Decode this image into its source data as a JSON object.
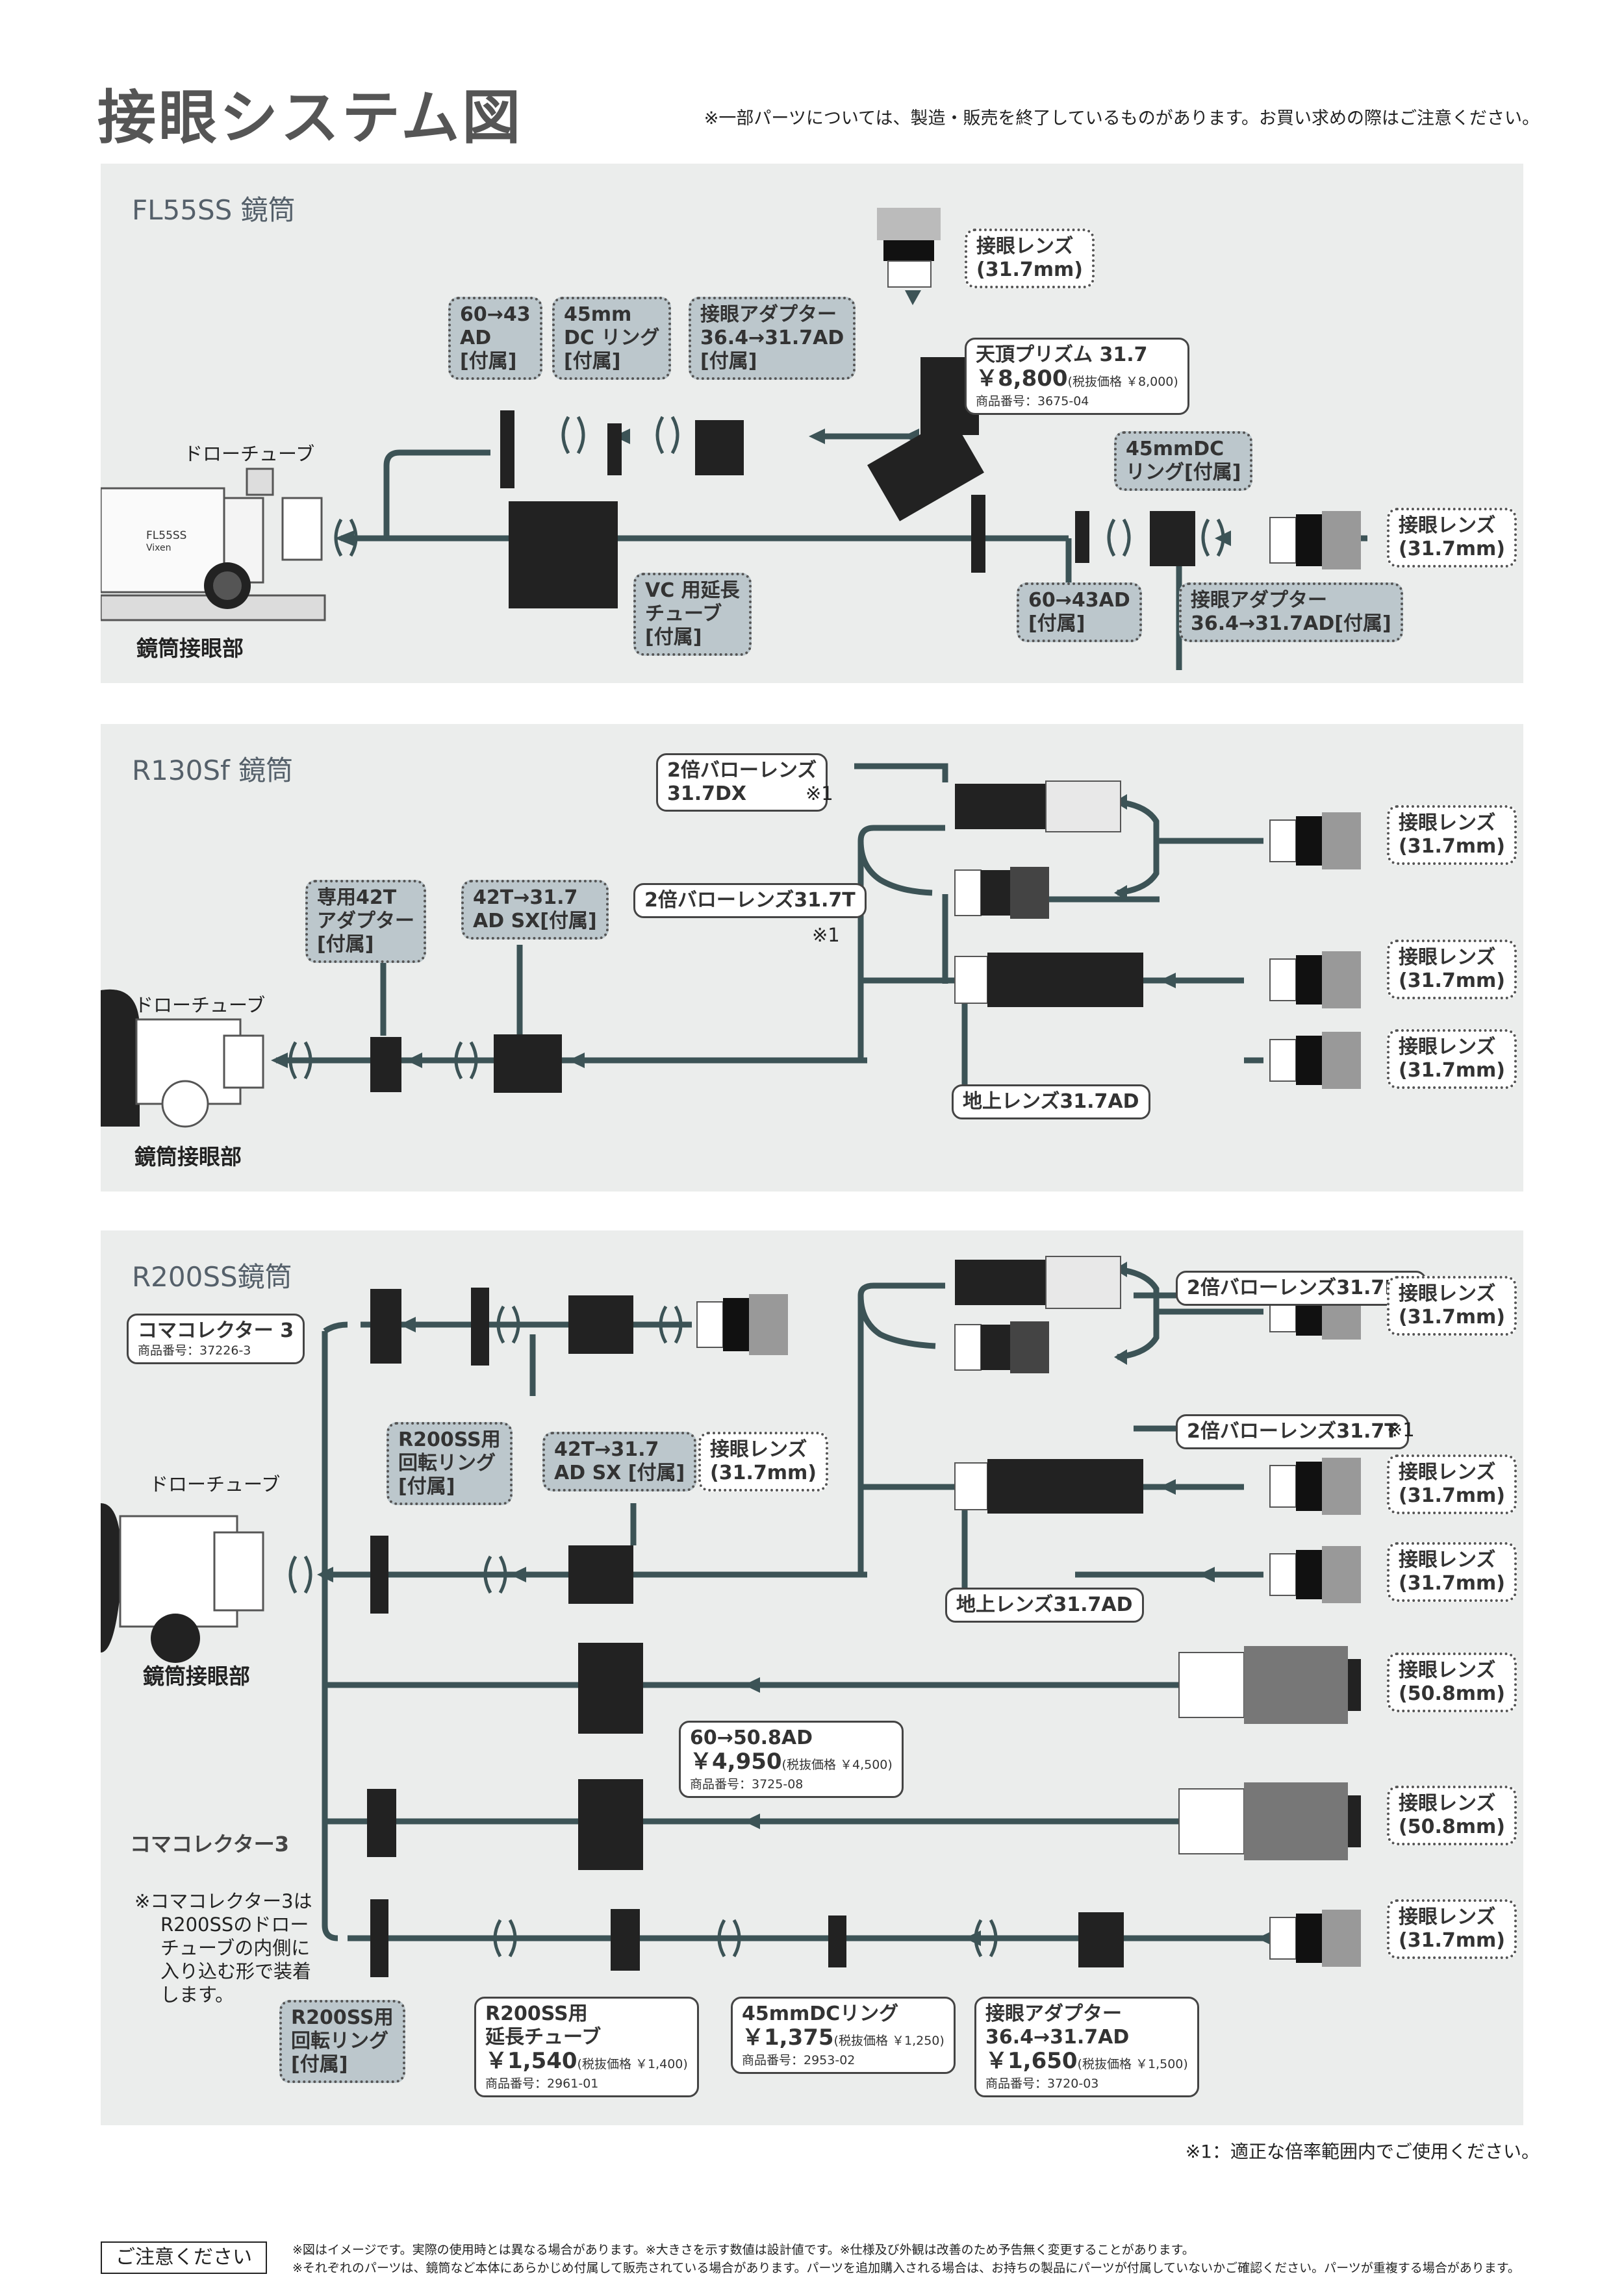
{
  "title": "接眼システム図",
  "top_note": "※一部パーツについては、製造・販売を終了しているものがあります。お買い求めの際はご注意ください。",
  "footnote_magnification": "※1：適正な倍率範囲内でご使用ください。",
  "caution": {
    "label": "ご注意ください",
    "line1": "※図はイメージです。実際の使用時とは異なる場合があります。※大きさを示す数値は設計値です。※仕様及び外観は改善のため予告無く変更することがあります。",
    "line2": "※それぞれのパーツは、鏡筒など本体にあらかじめ付属して販売されている場合があります。パーツを追加購入される場合は、お持ちの製品にパーツが付属していないかご確認ください。パーツが重複する場合があります。"
  },
  "common": {
    "draw_tube": "ドローチューブ",
    "tube_eyepiece_section": "鏡筒接眼部",
    "fl55_badge": "FL55SS",
    "fl55_brand": "Vixen"
  },
  "panels": {
    "fl55ss": {
      "title": "FL55SS 鏡筒",
      "eyepiece_top": [
        "接眼レンズ",
        "(31.7mm)"
      ],
      "eyepiece_right": [
        "接眼レンズ",
        "(31.7mm)"
      ],
      "ad60_43_top": [
        "60→43",
        "AD",
        "[付属]"
      ],
      "dc_ring_top": [
        "45mm",
        "DC リング",
        "[付属]"
      ],
      "adapter_top": [
        "接眼アダプター",
        "36.4→31.7AD",
        "[付属]"
      ],
      "zenith": {
        "name": "天頂プリズム 31.7",
        "price": "￥8,800",
        "tax": "(税抜価格 ￥8,000)",
        "code": "商品番号：3675-04"
      },
      "dc_ring_right": [
        "45mmDC",
        "リング[付属]"
      ],
      "vc_tube": [
        "VC 用延長",
        "チューブ",
        "[付属]"
      ],
      "ad60_43_bottom": [
        "60→43AD",
        "[付属]"
      ],
      "adapter_bottom": [
        "接眼アダプター",
        "36.4→31.7AD[付属]"
      ]
    },
    "r130sf": {
      "title": "R130Sf 鏡筒",
      "barlow_dx": [
        "2倍バローレンズ",
        "31.7DX"
      ],
      "barlow_dx_note": "※1",
      "barlow_t": "2倍バローレンズ31.7T",
      "barlow_t_note": "※1",
      "adapter42t": [
        "専用42T",
        "アダプター",
        "[付属]"
      ],
      "ad42t": [
        "42T→31.7",
        "AD SX[付属]"
      ],
      "terrestrial": "地上レンズ31.7AD",
      "eyepiece": [
        "接眼レンズ",
        "(31.7mm)"
      ]
    },
    "r200ss": {
      "title": "R200SS鏡筒",
      "coma_corrector": {
        "name": "コマコレクター 3",
        "code": "商品番号：37226-3"
      },
      "rot_ring_top": [
        "R200SS用",
        "回転リング",
        "[付属]"
      ],
      "ad42t": [
        "42T→31.7",
        "AD SX [付属]"
      ],
      "eyepiece_top": [
        "接眼レンズ",
        "(31.7mm)"
      ],
      "barlow_dx": "2倍バローレンズ31.7DX",
      "barlow_dx_note": "※1",
      "barlow_t": "2倍バローレンズ31.7T",
      "barlow_t_note": "※1",
      "terrestrial": "地上レンズ31.7AD",
      "eyepiece_317": [
        "接眼レンズ",
        "(31.7mm)"
      ],
      "eyepiece_508": [
        "接眼レンズ",
        "(50.8mm)"
      ],
      "ad60_508": {
        "name": "60→50.8AD",
        "price": "￥4,950",
        "tax": "(税抜価格 ￥4,500)",
        "code": "商品番号：3725-08"
      },
      "coma_label": "コマコレクター3",
      "coma_note": [
        "※コマコレクター3は",
        "R200SSのドロー",
        "チューブの内側に",
        "入り込む形で装着",
        "します。"
      ],
      "rot_ring_bottom": [
        "R200SS用",
        "回転リング",
        "[付属]"
      ],
      "ext_tube": {
        "name": [
          "R200SS用",
          "延長チューブ"
        ],
        "price": "￥1,540",
        "tax": "(税抜価格 ￥1,400)",
        "code": "商品番号：2961-01"
      },
      "dc_ring": {
        "name": "45mmDCリング",
        "price": "￥1,375",
        "tax": "(税抜価格 ￥1,250)",
        "code": "商品番号：2953-02"
      },
      "eye_adapter": {
        "name": [
          "接眼アダプター",
          "36.4→31.7AD"
        ],
        "price": "￥1,650",
        "tax": "(税抜価格 ￥1,500)",
        "code": "商品番号：3720-03"
      }
    }
  }
}
